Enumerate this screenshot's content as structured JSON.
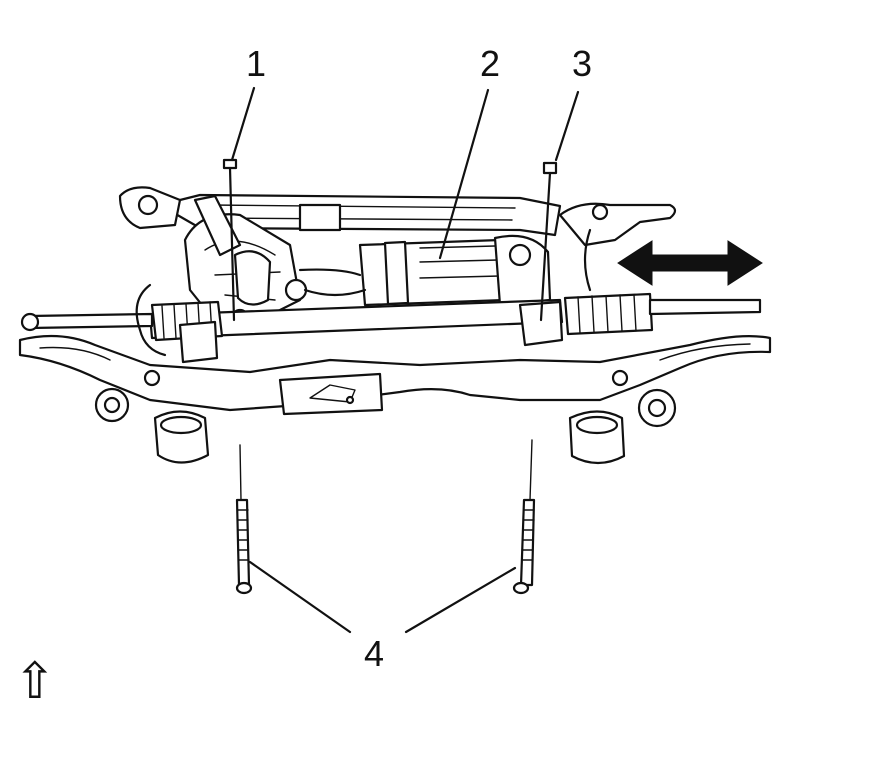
{
  "callouts": {
    "c1": "1",
    "c2": "2",
    "c3": "3",
    "c4": "4"
  },
  "direction_symbol": "⇧",
  "colors": {
    "line": "#111111",
    "background": "#ffffff"
  }
}
